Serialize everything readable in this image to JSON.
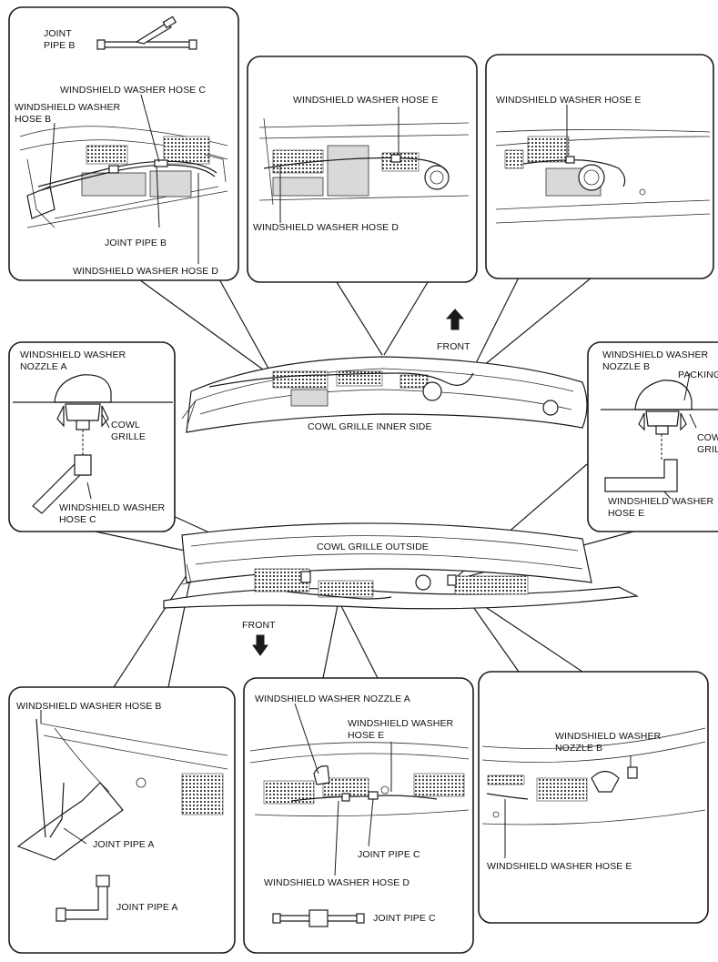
{
  "labels": {
    "joint_pipe_b_header_1": "JOINT",
    "joint_pipe_b_header_2": "PIPE B",
    "hose_c_top": "WINDSHIELD WASHER HOSE C",
    "hose_b_top_1": "WINDSHIELD WASHER",
    "hose_b_top_2": "HOSE B",
    "joint_pipe_b_lower": "JOINT PIPE B",
    "hose_d_top_left": "WINDSHIELD WASHER HOSE D",
    "hose_e_top_mid": "WINDSHIELD WASHER HOSE E",
    "hose_d_top_mid": "WINDSHIELD WASHER HOSE D",
    "hose_e_top_right": "WINDSHIELD WASHER HOSE E",
    "front_upper": "FRONT",
    "cowl_inner": "COWL GRILLE INNER SIDE",
    "nozzle_a_1": "WINDSHIELD WASHER",
    "nozzle_a_2": "NOZZLE A",
    "cowl_1": "COWL",
    "cowl_2": "GRILLE",
    "hose_c_mid_1": "WINDSHIELD WASHER",
    "hose_c_mid_2": "HOSE C",
    "nozzle_b_1": "WINDSHIELD WASHER",
    "nozzle_b_2": "NOZZLE B",
    "packing": "PACKING",
    "cowl_r_1": "COWL",
    "cowl_r_2": "GRILLE",
    "hose_e_mid_1": "WINDSHIELD WASHER",
    "hose_e_mid_2": "HOSE E",
    "cowl_outside": "COWL GRILLE OUTSIDE",
    "front_lower": "FRONT",
    "hose_b_bottom": "WINDSHIELD WASHER HOSE B",
    "joint_pipe_a_1": "JOINT PIPE A",
    "joint_pipe_a_2": "JOINT PIPE A",
    "nozzle_a_bottom": "WINDSHIELD WASHER NOZZLE A",
    "hose_e_bottom_mid_1": "WINDSHIELD WASHER",
    "hose_e_bottom_mid_2": "HOSE E",
    "joint_pipe_c_1": "JOINT PIPE C",
    "hose_d_bottom": "WINDSHIELD WASHER HOSE D",
    "joint_pipe_c_2": "JOINT PIPE C",
    "nozzle_b_bottom_1": "WINDSHIELD WASHER",
    "nozzle_b_bottom_2": "NOZZLE B",
    "hose_e_bottom_right": "WINDSHIELD WASHER HOSE E"
  }
}
